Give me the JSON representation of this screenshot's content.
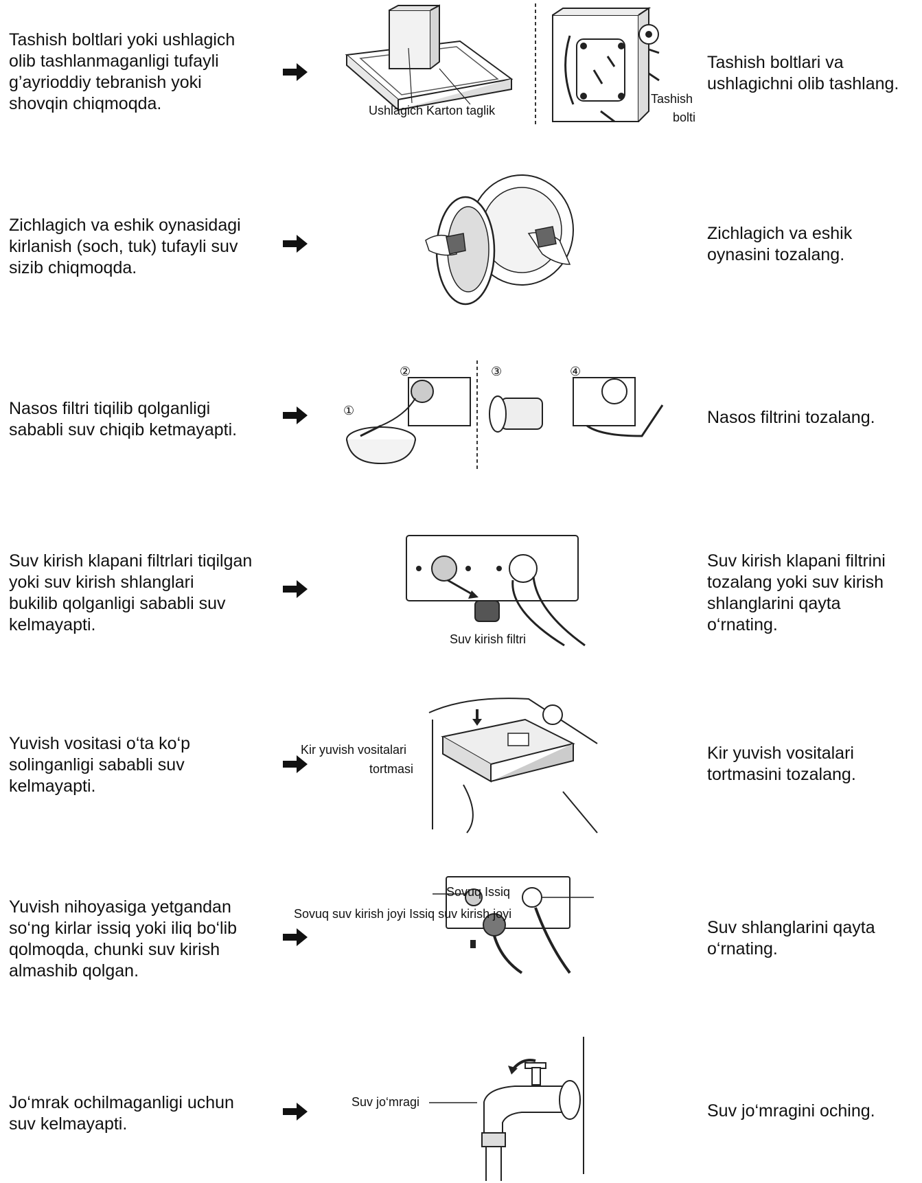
{
  "rows": [
    {
      "cause": "Tashish boltlari yoki ushlagich\nolib tashlanmaganligi tufayli\ng’ayrioddiy tebranish yoki\nshovqin chiqmoqda.",
      "solution": "Tashish boltlari va\nushlagichni olib tashlang.",
      "labels": {
        "holder_base": "Ushlagich Karton taglik",
        "bolt_1": "Tashish",
        "bolt_2": "bolti"
      },
      "icons": [
        "arrow-right-icon",
        "packing-base-illustration",
        "washer-back-bolts-illustration"
      ]
    },
    {
      "cause": "Zichlagich va eshik oynasidagi\nkirlanish (soch, tuk) tufayli suv\nsizib chiqmoqda.",
      "solution": "Zichlagich va eshik\noynasini tozalang.",
      "icons": [
        "arrow-right-icon",
        "door-glass-cleaning-illustration"
      ]
    },
    {
      "cause": "Nasos filtri tiqilib qolganligi\nsababli suv chiqib ketmayapti.",
      "solution": "Nasos filtrini tozalang.",
      "labels": {
        "step1": "①",
        "step2": "②",
        "step3": "③",
        "step4": "④"
      },
      "icons": [
        "arrow-right-icon",
        "pump-filter-illustration"
      ]
    },
    {
      "cause": "Suv kirish klapani filtrlari tiqilgan\nyoki suv kirish shlanglari\nbukilib qolganligi sababli suv\nkelmayapti.",
      "solution": "Suv kirish klapani filtrini\ntozalang yoki suv kirish\nshlanglarini qayta\no‘rnating.",
      "labels": {
        "filter": "Suv kirish filtri"
      },
      "icons": [
        "arrow-right-icon",
        "inlet-filter-illustration"
      ]
    },
    {
      "cause": "Yuvish vositasi o‘ta ko‘p\nsolinganligi sababli suv\nkelmayapti.",
      "solution": "Kir yuvish vositalari\ntortmasini tozalang.",
      "labels": {
        "drawer_1": "Kir yuvish vositalari",
        "drawer_2": "tortmasi"
      },
      "icons": [
        "arrow-right-icon",
        "detergent-drawer-illustration"
      ]
    },
    {
      "cause": "Yuvish nihoyasiga yetgandan\nso‘ng kirlar issiq yoki iliq bo‘lib\nqolmoqda, chunki suv kirish\nalmashib qolgan.",
      "solution": "Suv shlanglarini qayta\no‘rnating.",
      "labels": {
        "top": "Sovuq Issiq",
        "inlets": "Sovuq suv kirish joyi Issiq suv kirish joyi"
      },
      "icons": [
        "arrow-right-icon",
        "hose-inlets-illustration"
      ]
    },
    {
      "cause": "Jo‘mrak ochilmaganligi uchun\nsuv kelmayapti.",
      "solution": "Suv jo‘mragini oching.",
      "labels": {
        "tap": "Suv jo‘mragi"
      },
      "icons": [
        "arrow-right-icon",
        "water-tap-illustration"
      ]
    }
  ],
  "colors": {
    "text": "#111111",
    "line": "#222222",
    "shade": "#cfcfcf"
  }
}
